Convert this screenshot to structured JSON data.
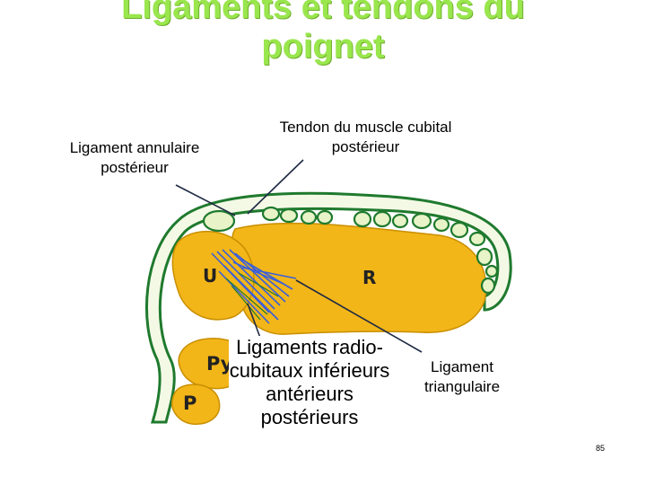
{
  "title": {
    "line1": "Ligaments et tendons du",
    "line2": "poignet"
  },
  "labels": {
    "ligament_annulaire": "Ligament annulaire postérieur",
    "tendon_cubital": "Tendon du muscle cubital postérieur",
    "ligaments_radio_cubitaux": "Ligaments radio-cubitaux inférieurs antérieurs postérieurs",
    "ligament_triangulaire": "Ligament triangulaire"
  },
  "diagram_letters": {
    "u": "U",
    "r": "R",
    "py": "Py",
    "p": "P"
  },
  "page_number": "85",
  "colors": {
    "title": "#99e64d",
    "bone": "#f2b619",
    "ligament": "#1f7a2e",
    "fibers": "#3a5fd9",
    "tendon_fill": "#e8f3c8"
  }
}
